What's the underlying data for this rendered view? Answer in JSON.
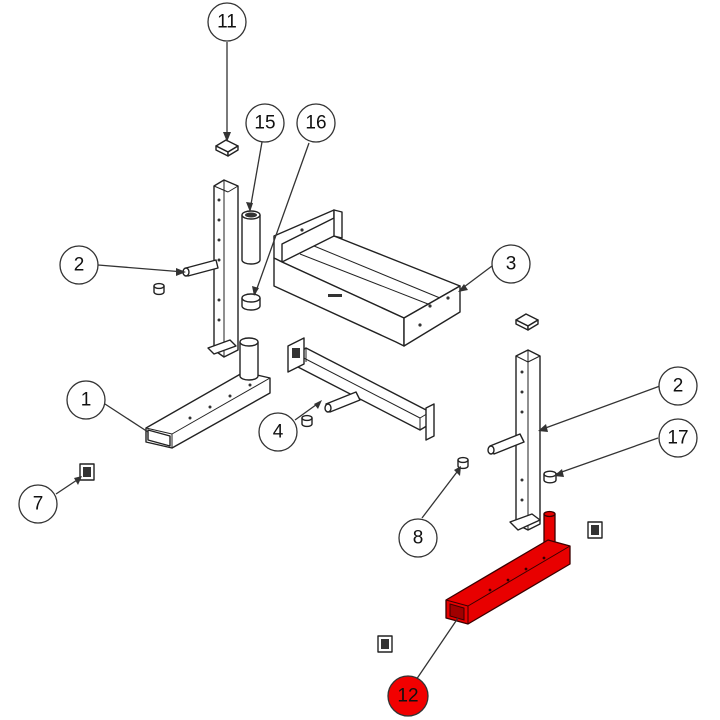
{
  "callouts": [
    {
      "id": "11",
      "label": "11"
    },
    {
      "id": "15",
      "label": "15"
    },
    {
      "id": "16",
      "label": "16"
    },
    {
      "id": "2a",
      "label": "2"
    },
    {
      "id": "3",
      "label": "3"
    },
    {
      "id": "2b",
      "label": "2"
    },
    {
      "id": "1",
      "label": "1"
    },
    {
      "id": "17",
      "label": "17"
    },
    {
      "id": "4",
      "label": "4"
    },
    {
      "id": "7",
      "label": "7"
    },
    {
      "id": "8",
      "label": "8"
    },
    {
      "id": "12",
      "label": "12",
      "highlighted": true
    }
  ],
  "colors": {
    "highlight": "#e80000",
    "line": "#222222",
    "background": "#ffffff"
  }
}
